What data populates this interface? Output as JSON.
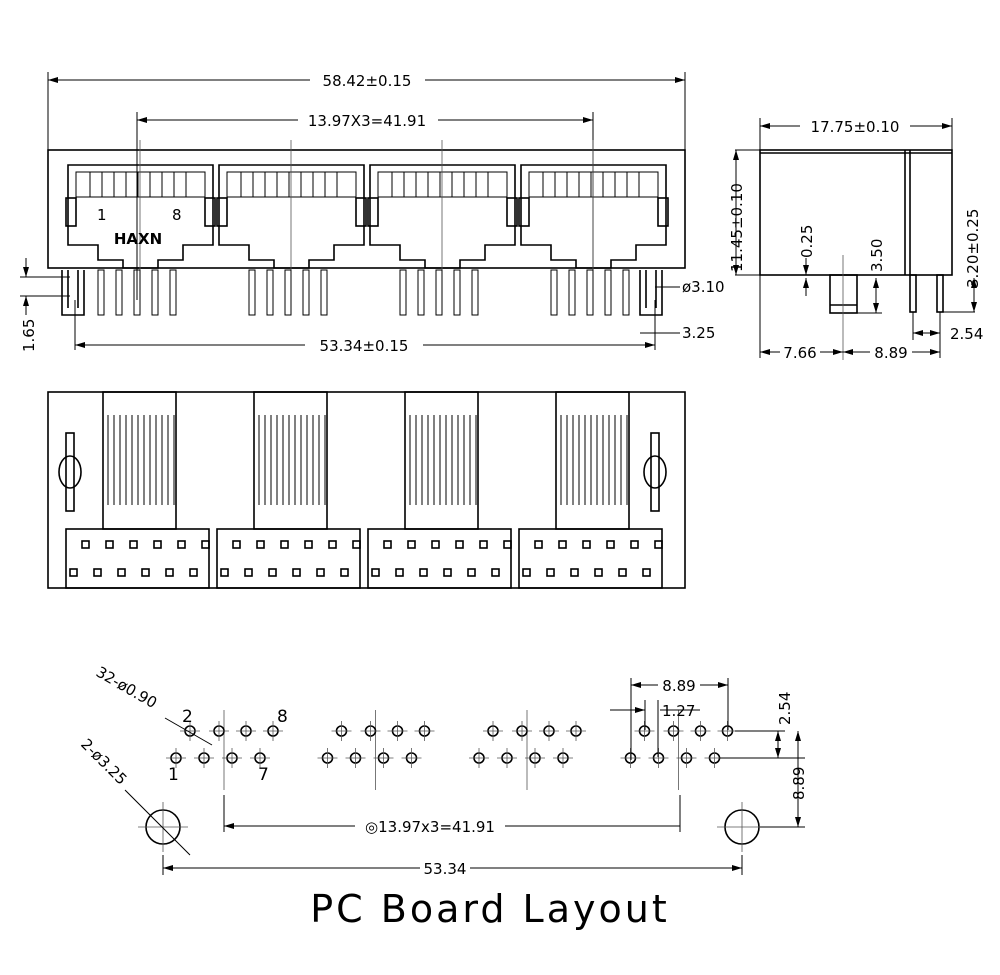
{
  "front_view": {
    "overall_width": "58.42±0.15",
    "port_pitch": "13.97X3=41.91",
    "pin_span": "53.34±0.15",
    "post_diameter": "ø3.10",
    "post_offset": "3.25",
    "post_height": "1.65",
    "pin_label_1": "1",
    "pin_label_8": "8",
    "brand_marking": "HAXN",
    "port_count": 4
  },
  "side_view": {
    "depth": "17.75±0.10",
    "height": "11.45±0.10",
    "standoff": "0.25",
    "post_length": "3.50",
    "pin_length": "3.20±0.25",
    "front_to_post": "7.66",
    "post_to_pin": "8.89",
    "pin_row_spacing": "2.54"
  },
  "pcb_layout": {
    "title": "PC Board Layout",
    "pin_holes": "32-ø0.90",
    "mount_holes": "2-ø3.25",
    "pin_label_1": "1",
    "pin_label_2": "2",
    "pin_label_7": "7",
    "pin_label_8": "8",
    "port_pitch": "◎13.97x3=41.91",
    "mount_span": "53.34",
    "row_span": "8.89",
    "pin_pitch": "1.27",
    "row_offset": "2.54",
    "post_row_distance": "8.89"
  }
}
